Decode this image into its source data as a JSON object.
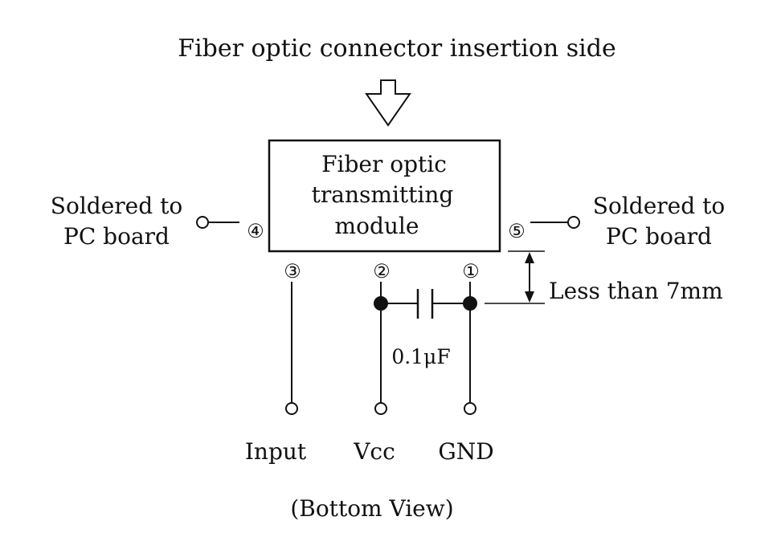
{
  "title": "Fiber optic connector insertion side",
  "module": {
    "lines": [
      "Fiber optic",
      "transmitting",
      "module"
    ]
  },
  "pins": {
    "p1": "①",
    "p2": "②",
    "p3": "③",
    "p4": "④",
    "p5": "⑤"
  },
  "side_labels": {
    "left": [
      "Soldered to",
      "PC board"
    ],
    "right": [
      "Soldered to",
      "PC board"
    ]
  },
  "capacitor": {
    "value": "0.1μF"
  },
  "dimension": {
    "label": "Less than 7mm"
  },
  "terminals": {
    "input": "Input",
    "vcc": "Vcc",
    "gnd": "GND"
  },
  "view_label": "(Bottom View)",
  "colors": {
    "line": "#111111",
    "background": "#ffffff"
  }
}
